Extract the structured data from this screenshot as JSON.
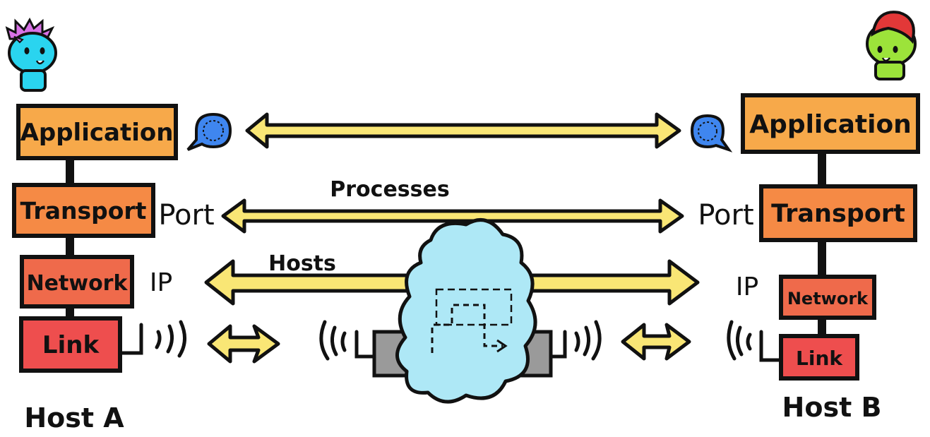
{
  "host_a": {
    "name": "Host A",
    "layers": {
      "application": "Application",
      "transport": "Transport",
      "network": "Network",
      "link": "Link"
    },
    "port_label": "Port",
    "ip_label": "IP"
  },
  "host_b": {
    "name": "Host B",
    "layers": {
      "application": "Application",
      "transport": "Transport",
      "network": "Network",
      "link": "Link"
    },
    "port_label": "Port",
    "ip_label": "IP"
  },
  "connections": {
    "processes_label": "Processes",
    "hosts_label": "Hosts"
  },
  "colors": {
    "application": "#f7a94a",
    "transport": "#f58a45",
    "network": "#ef6a4b",
    "link": "#ee4e4e",
    "arrow_fill": "#f9e675",
    "cloud": "#aee8f6",
    "router": "#9a9a9a",
    "bubble": "#3f86ef",
    "avatar_a_body": "#2ad4ef",
    "avatar_a_hair": "#d872e6",
    "avatar_b_body": "#9ce33a",
    "avatar_b_hair": "#e23838"
  }
}
